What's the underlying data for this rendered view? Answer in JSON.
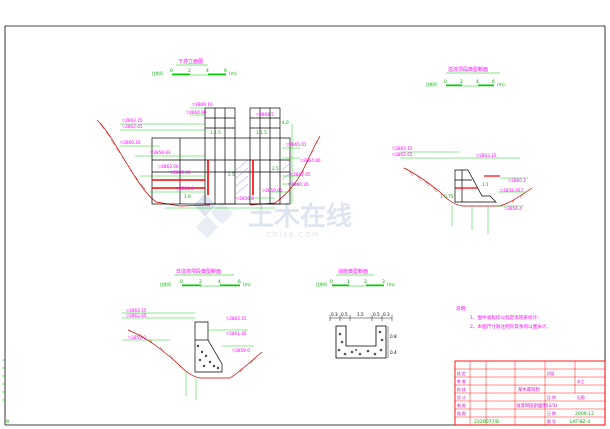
{
  "views": {
    "main": {
      "title": "下游立面图",
      "scale_label": "比例尺",
      "scale_ticks": [
        "0",
        "2",
        "4",
        "6"
      ],
      "scale_unit": "(m)"
    },
    "right": {
      "title": "溢流坝段典型断面",
      "scale_label": "比例尺",
      "scale_ticks": [
        "0",
        "2",
        "4",
        "6"
      ],
      "scale_unit": "(m)"
    },
    "lower_left": {
      "title": "非溢流坝段典型断面",
      "scale_label": "比例尺",
      "scale_ticks": [
        "0",
        "2",
        "4",
        "6"
      ],
      "scale_unit": "(m)"
    },
    "lower_mid": {
      "title": "消能典型断面",
      "scale_label": "比例尺",
      "scale_ticks": [
        "0",
        "1",
        "2",
        "3"
      ],
      "scale_unit": "(m)"
    }
  },
  "main_elevations": [
    "▽2869.10",
    "▽2864.80",
    "▽2863.15",
    "▽2862.65",
    "▽2860.20",
    "▽2858.83",
    "▽2863.00",
    "▽2859.00",
    "▽2856.8",
    "▽2864.5",
    "▽2865.01",
    "▽2864.80",
    "▽2862.65",
    "▽2860.20",
    "▽2859.00",
    "▽2856.8"
  ],
  "main_misc": [
    "4.0",
    "1:1.5",
    "1:1.5",
    "2.5",
    "2.5",
    "1.0"
  ],
  "right_elevations": [
    "▽2863.15",
    "▽2860.2",
    "▽2858.957",
    "▽2856.4",
    "1:0.75",
    "1:1"
  ],
  "lower_left_elevations": [
    "▽2863.15",
    "▽2861.45",
    "▽2859.0"
  ],
  "lower_mid_dims": [
    "0.3",
    "0.5",
    "1.5",
    "0.5",
    "0.3",
    "0.8",
    "0.4"
  ],
  "notes": {
    "heading": "说明:",
    "lines": [
      "1、图中高程均以假定高程系统计;",
      "2、本图尺寸除注明外其余均以厘米计。"
    ]
  },
  "title_block": {
    "rows": [
      "核 定",
      "审 查",
      "校 核",
      "设 计",
      "制 图",
      "描 图"
    ],
    "stage": "初设",
    "part": "水工",
    "project": "某水库除险",
    "drawing_name": "溢流坝段剖面图(2/3)",
    "scale_row_label": "比 例",
    "scale_value": "见图",
    "date_label": "日 期",
    "date_value": "2009.12",
    "number_label": "图 号",
    "number_value": "LAT-BZ-4",
    "left_code": "2320077/8"
  },
  "watermark": {
    "main": "土木在线",
    "sub": "COI88.COM"
  },
  "page_number": "9"
}
